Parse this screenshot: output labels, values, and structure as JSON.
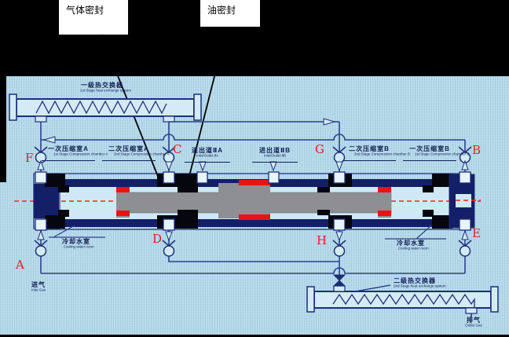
{
  "banner": {
    "gas_seal_label": "气体密封",
    "oil_seal_label": "油密封"
  },
  "letters": {
    "f": "F",
    "c": "C",
    "g": "G",
    "b": "B",
    "a": "A",
    "d": "D",
    "h": "H",
    "e": "E"
  },
  "labels": {
    "hx1": {
      "cn": "一级热交换器",
      "en": "1st Stage heat exchange system"
    },
    "comp1a": {
      "cn": "一次压缩室A",
      "en": "1st Stage Compression chamber A"
    },
    "comp2a": {
      "cn": "二次压缩室A",
      "en": "2nd Stage Compression chamber A"
    },
    "passage_iia": {
      "cn": "进出道ⅡA",
      "en": "Inlet/Outlet ⅡA"
    },
    "passage_iib": {
      "cn": "进出道ⅡB",
      "en": "Inlet/Outlet ⅡB"
    },
    "comp2b": {
      "cn": "二次压缩室B",
      "en": "2nd Stage Compression chamber B"
    },
    "comp1b": {
      "cn": "一次压缩室B",
      "en": "1st Stage Compression chamber B"
    },
    "cooling_left": {
      "cn": "冷却水室",
      "en": "Cooling water room"
    },
    "cooling_right": {
      "cn": "冷却水室",
      "en": "Cooling water room"
    },
    "hx2": {
      "cn": "二级热交换器",
      "en": "2nd Stage heat exchange system"
    },
    "inlet": {
      "cn": "进气",
      "en": "Inlet Gas"
    },
    "outlet": {
      "cn": "排气",
      "en": "Outlet Gas"
    }
  },
  "colors": {
    "background": "#b6dcec",
    "navy": "#1d2e78",
    "pipe": "#2c418f",
    "piston_gray": "#8d8f92",
    "seal_red": "#e81414",
    "letter_red": "#e02020",
    "banner_black": "#000000",
    "callout_white": "#ffffff",
    "vessel_fill": "#d2ebf6"
  }
}
